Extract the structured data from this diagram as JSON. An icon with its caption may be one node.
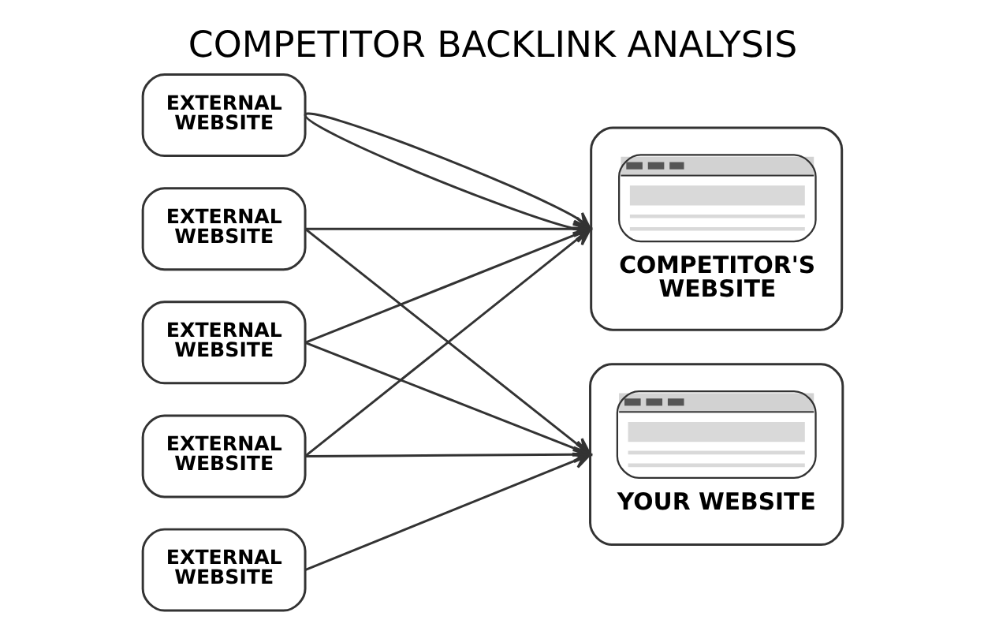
{
  "diagram": {
    "title": "COMPETITOR BACKLINK ANALYSIS",
    "nodes": [
      {
        "text": [
          "EXTERNAL WEBSITE"
        ]
      },
      {
        "text": [
          "EXTERNAL WEBSITE"
        ]
      },
      {
        "text": [
          "EXTERNAL WEBSITE"
        ]
      },
      {
        "text": [
          "EXTERNAL WEBSITE"
        ]
      },
      {
        "text": [
          "EXTERNAL WEBSITE"
        ]
      },
      {
        "text": [
          "COMPETITOR'S WEBSITE"
        ]
      },
      {
        "text": [
          "YOUR WEBSITE"
        ]
      }
    ],
    "edges": [
      {
        "from": 0,
        "to": 5,
        "arrow": "to"
      },
      {
        "from": 0,
        "to": 5,
        "arrow": "to"
      },
      {
        "from": 1,
        "to": 5,
        "arrow": "to"
      },
      {
        "from": 1,
        "to": 6,
        "arrow": "to"
      },
      {
        "from": 2,
        "to": 5,
        "arrow": "to"
      },
      {
        "from": 2,
        "to": 6,
        "arrow": "to"
      },
      {
        "from": 3,
        "to": 5,
        "arrow": "to"
      },
      {
        "from": 3,
        "to": 6,
        "arrow": "to"
      },
      {
        "from": 4,
        "to": 6,
        "arrow": "to"
      }
    ]
  }
}
